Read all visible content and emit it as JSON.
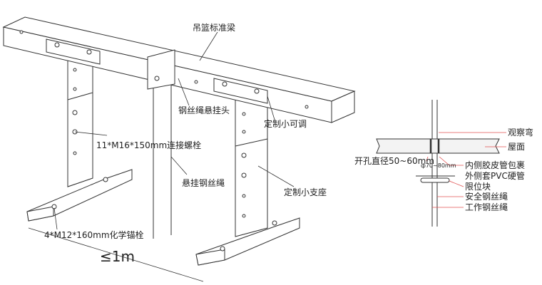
{
  "main_drawing": {
    "beam_label": "吊篮标准梁",
    "hanger_label": "钢丝绳悬挂头",
    "adjuster_label": "定制小可调",
    "bolt_label": "11*M16*150mm连接螺栓",
    "rope_label": "悬挂钢丝绳",
    "support_label": "定制小支座",
    "anchor_label": "4*M12*160mm化学锚栓",
    "distance_label": "≤1m"
  },
  "detail_drawing": {
    "labels": [
      "观察弯",
      "屋面",
      "内侧胶皮管包裹",
      "外侧套PVC硬管",
      "限位块",
      "安全钢丝绳",
      "工作钢丝绳"
    ],
    "hole_label": "开孔直径50~60mm",
    "pipe_label": "ф70~80mm"
  },
  "colors": {
    "line": "#333333",
    "leader": "#e05050"
  }
}
